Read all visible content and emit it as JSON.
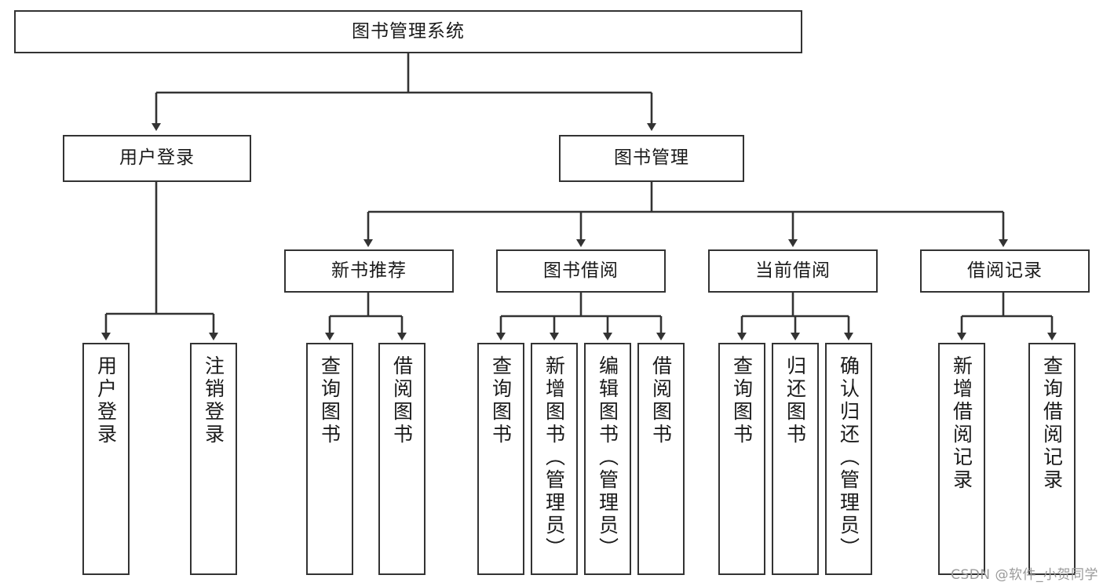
{
  "diagram": {
    "type": "tree",
    "title": "图书管理系统",
    "root": {
      "label": "图书管理系统"
    },
    "level2": [
      {
        "label": "用户登录"
      },
      {
        "label": "图书管理"
      }
    ],
    "level3": [
      {
        "label": "新书推荐"
      },
      {
        "label": "图书借阅"
      },
      {
        "label": "当前借阅"
      },
      {
        "label": "借阅记录"
      }
    ],
    "leaves": {
      "user_login": [
        {
          "label": "用户登录"
        },
        {
          "label": "注销登录"
        }
      ],
      "new_book_recommend": [
        {
          "label": "查询图书"
        },
        {
          "label": "借阅图书"
        }
      ],
      "book_borrow": [
        {
          "label": "查询图书"
        },
        {
          "label": "新增图书（管理员）"
        },
        {
          "label": "编辑图书（管理员）"
        },
        {
          "label": "借阅图书"
        }
      ],
      "current_borrow": [
        {
          "label": "查询图书"
        },
        {
          "label": "归还图书"
        },
        {
          "label": "确认归还（管理员）"
        }
      ],
      "borrow_record": [
        {
          "label": "新增借阅记录"
        },
        {
          "label": "查询借阅记录"
        }
      ]
    }
  },
  "watermark": {
    "text": "CSDN @软件_小贺同学"
  },
  "colors": {
    "stroke": "#333333",
    "box_fill": "#ffffff",
    "text": "#1a1a1a",
    "watermark": "#9a9a9a"
  }
}
